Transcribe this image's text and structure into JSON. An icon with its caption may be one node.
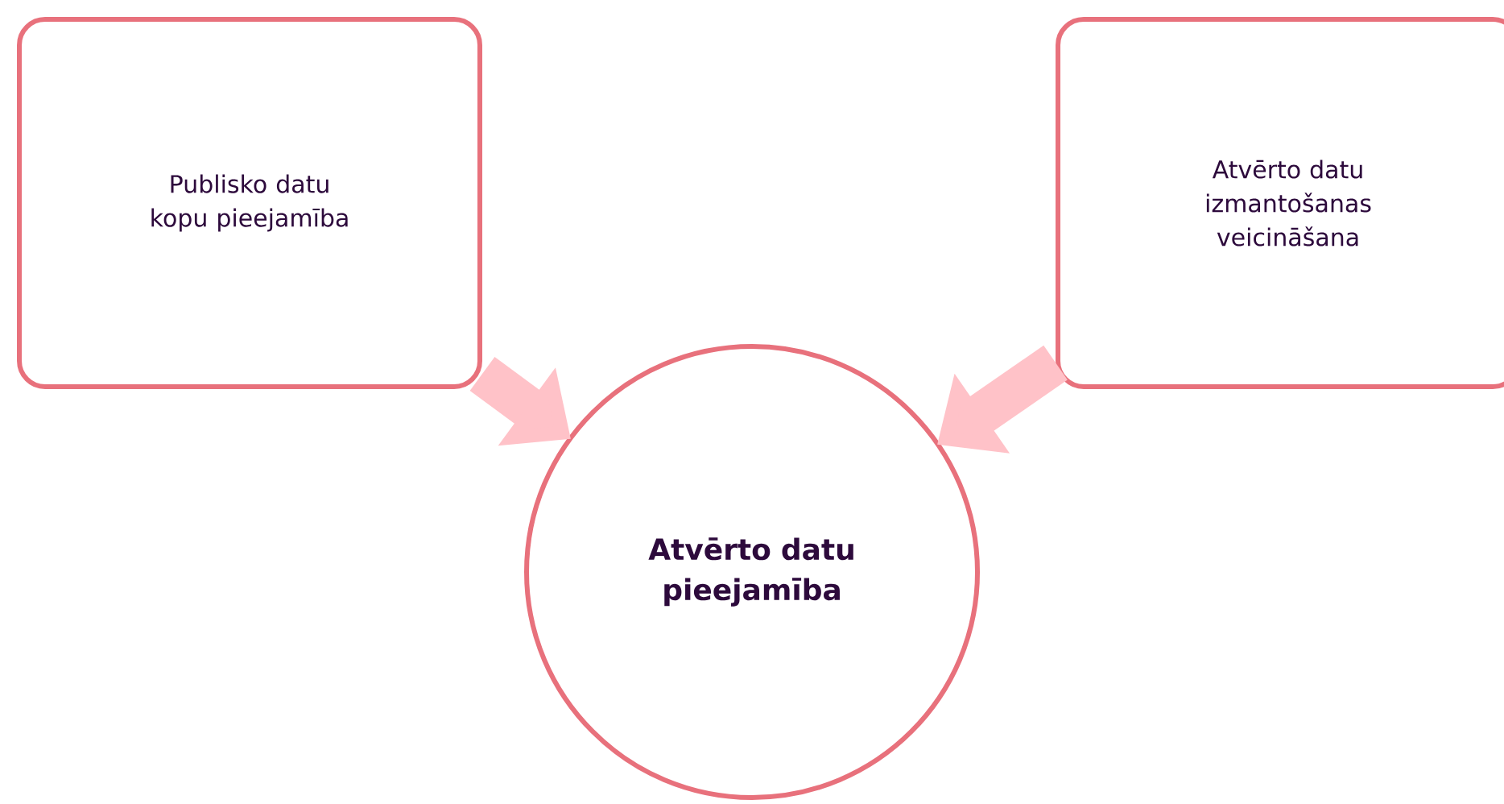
{
  "diagram": {
    "nodes": [
      {
        "text": [
          "Publisko datu kopu pieejamība"
        ]
      },
      {
        "text": [
          "Atvērto datu izmantošanas veicināšana"
        ]
      },
      {
        "text": [
          "Atvērto datu pieejamība"
        ]
      }
    ],
    "edges": [
      {
        "from": 0,
        "to": 2,
        "arrow": "to"
      },
      {
        "from": 1,
        "to": 2,
        "arrow": "to"
      }
    ]
  }
}
